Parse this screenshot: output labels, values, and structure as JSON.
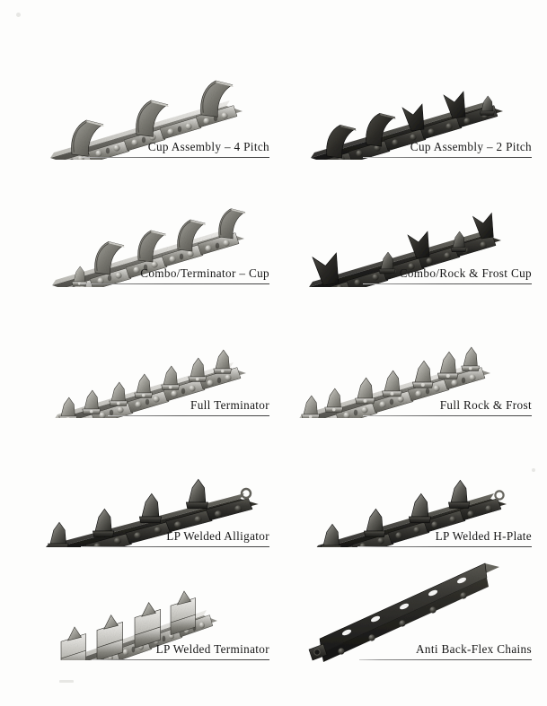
{
  "page": {
    "background_color": "#fdfdfc",
    "text_color": "#171717",
    "rule_color": "#3f3f3f",
    "columns": 2,
    "rows": 5,
    "total_products": 10
  },
  "products": [
    {
      "id": "cup-assembly-4-pitch",
      "label": "Cup Assembly – 4 Pitch",
      "column": "left",
      "row": 1,
      "finish": "bright-steel",
      "attachment": "cup",
      "attachment_count": 3
    },
    {
      "id": "cup-assembly-2-pitch",
      "label": "Cup Assembly – 2 Pitch",
      "column": "right",
      "row": 1,
      "finish": "dark-steel",
      "attachment": "cup",
      "attachment_count": 4
    },
    {
      "id": "combo-terminator-cup",
      "label": "Combo/Terminator – Cup",
      "column": "left",
      "row": 2,
      "finish": "bright-steel",
      "attachment": "combo-cup",
      "attachment_count": 4
    },
    {
      "id": "combo-rock-frost-cup",
      "label": "Combo/Rock & Frost Cup",
      "column": "right",
      "row": 2,
      "finish": "dark-steel",
      "attachment": "combo-rock-frost",
      "attachment_count": 4
    },
    {
      "id": "full-terminator",
      "label": "Full Terminator",
      "column": "left",
      "row": 3,
      "finish": "bright-steel",
      "attachment": "terminator-tooth",
      "attachment_count": 6
    },
    {
      "id": "full-rock-frost",
      "label": "Full Rock & Frost",
      "column": "right",
      "row": 3,
      "finish": "bright-steel",
      "attachment": "rock-frost-tooth",
      "attachment_count": 6
    },
    {
      "id": "lp-welded-alligator",
      "label": "LP Welded Alligator",
      "column": "left",
      "row": 4,
      "finish": "black-oxide",
      "attachment": "alligator-tooth",
      "attachment_count": 4
    },
    {
      "id": "lp-welded-h-plate",
      "label": "LP Welded H-Plate",
      "column": "right",
      "row": 4,
      "finish": "black-oxide",
      "attachment": "h-plate-tooth",
      "attachment_count": 4
    },
    {
      "id": "lp-welded-terminator",
      "label": "LP Welded Terminator",
      "column": "left",
      "row": 5,
      "finish": "bright-steel",
      "attachment": "welded-terminator",
      "attachment_count": 4
    },
    {
      "id": "anti-back-flex-chains",
      "label": "Anti Back-Flex Chains",
      "column": "right",
      "row": 5,
      "finish": "black-oxide",
      "attachment": "none",
      "attachment_count": 0
    }
  ]
}
